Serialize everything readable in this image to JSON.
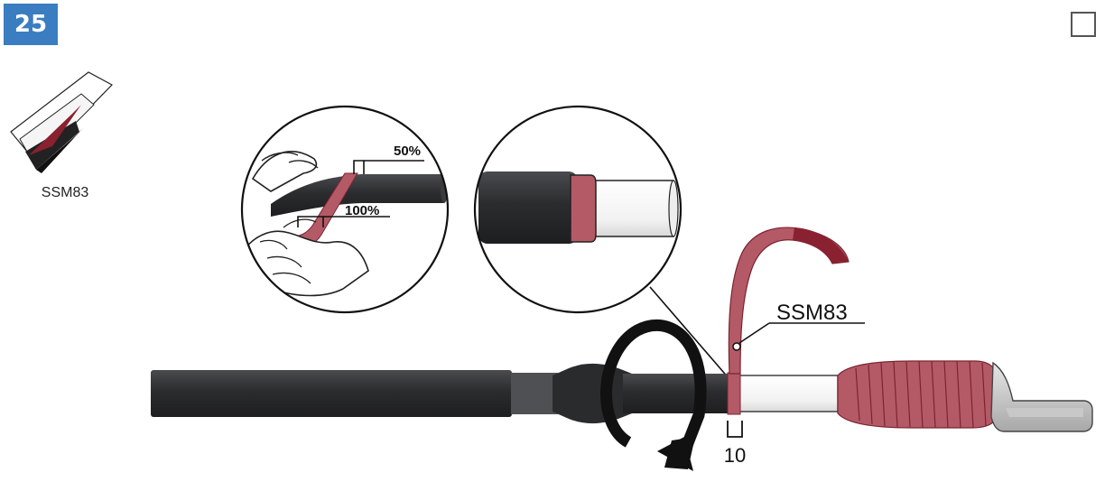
{
  "step": {
    "number": "25"
  },
  "material_icon": {
    "label": "SSM83"
  },
  "detail_left": {
    "overlap_label": "50%",
    "full_label": "100%"
  },
  "main": {
    "tape_label": "SSM83",
    "dimension_label": "10"
  },
  "colors": {
    "tape": "#b45a66",
    "tape_dark": "#8a2130",
    "cable": "#2e2f31",
    "badge": "#3a7dc0"
  }
}
